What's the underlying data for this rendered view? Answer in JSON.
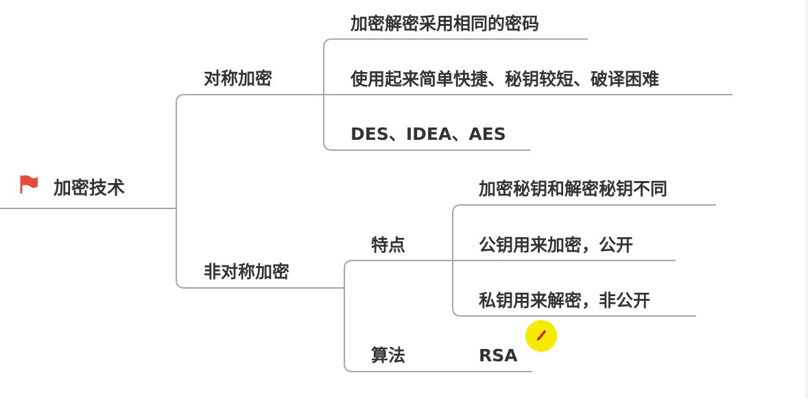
{
  "root": {
    "label": "加密技术",
    "icon": "flag-icon",
    "icon_color": "#e64a3b"
  },
  "branches": {
    "symmetric": {
      "label": "对称加密",
      "children": [
        "加密解密采用相同的密码",
        "使用起来简单快捷、秘钥较短、破译困难",
        "DES、IDEA、AES"
      ]
    },
    "asymmetric": {
      "label": "非对称加密",
      "features": {
        "label": "特点",
        "children": [
          "加密秘钥和解密秘钥不同",
          "公钥用来加密，公开",
          "私钥用来解密，非公开"
        ]
      },
      "algorithm": {
        "label": "算法",
        "children": [
          "RSA"
        ]
      }
    }
  },
  "colors": {
    "text": "#333333",
    "connector": "#a6a6a6",
    "cursor_highlight": "#f6ea00"
  }
}
